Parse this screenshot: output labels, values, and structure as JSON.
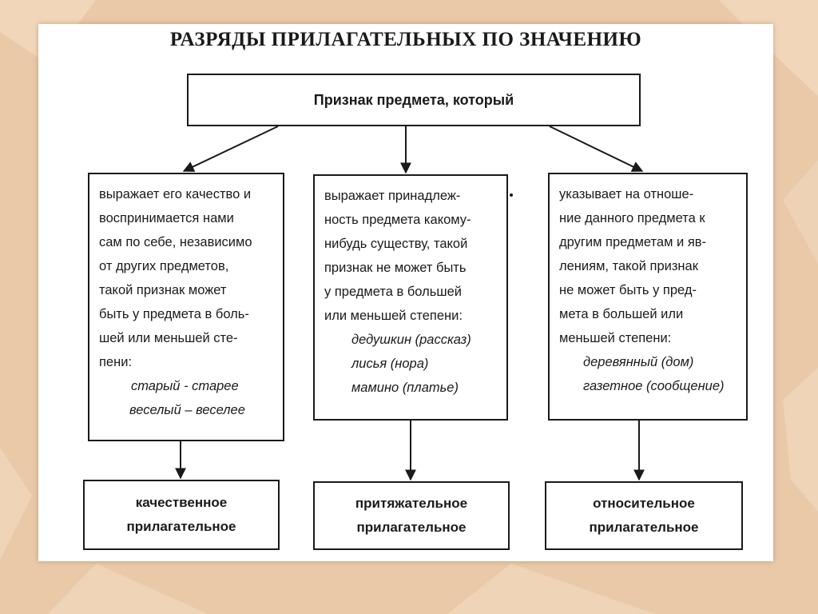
{
  "title": "РАЗРЯДЫ ПРИЛАГАТЕЛЬНЫХ ПО ЗНАЧЕНИЮ",
  "root": "Признак предмета, который",
  "branches": [
    {
      "lines": [
        "выражает его качество и",
        "воспринимается нами",
        "сам по себе, независимо",
        "от других предметов,",
        "такой признак может",
        "быть у предмета в боль-",
        "шей или меньшей сте-",
        "пени:"
      ],
      "examples": [
        "старый - старее",
        "веселый – веселее"
      ],
      "category": [
        "качественное",
        "прилагательное"
      ]
    },
    {
      "lines": [
        "выражает принадлеж-",
        "ность предмета какому-",
        "нибудь существу, такой",
        "признак не может быть",
        "у предмета в большей",
        "или меньшей степени:"
      ],
      "examples": [
        "дедушкин (рассказ)",
        "лисья (нора)",
        "мамино (платье)"
      ],
      "category": [
        "притяжательное",
        "прилагательное"
      ]
    },
    {
      "lines": [
        "указывает на отноше-",
        "ние данного предмета к",
        "другим  предметам и яв-",
        "лениям, такой признак",
        "не может быть у пред-",
        "мета в большей или",
        "меньшей степени:"
      ],
      "examples": [
        "деревянный (дом)",
        "газетное (сообщение)"
      ],
      "category": [
        "относительное",
        "прилагательное"
      ]
    }
  ],
  "colors": {
    "background": "#e9c9a8",
    "leaf": "#f3dcc2",
    "sheet": "#ffffff",
    "ink": "#1a1a1a"
  }
}
